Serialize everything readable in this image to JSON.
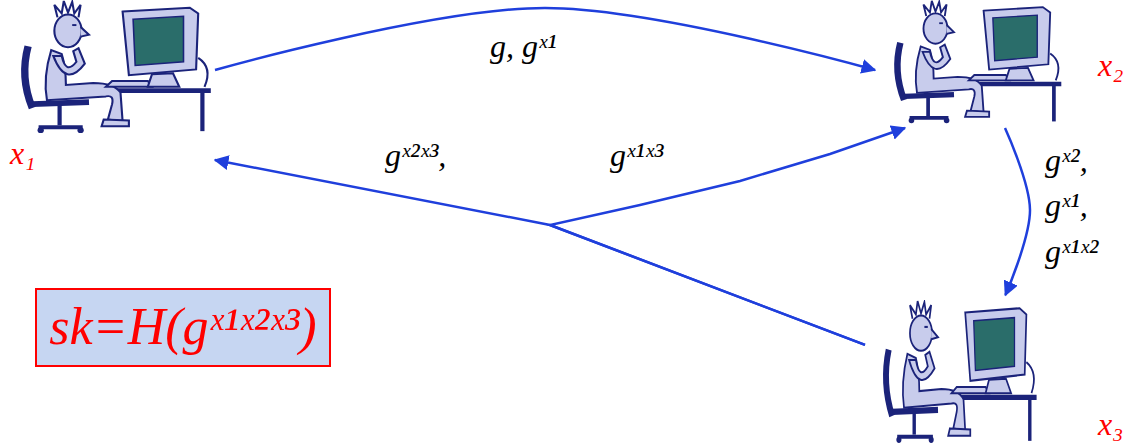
{
  "diagram": {
    "nodes": [
      {
        "text": [
          "x₁"
        ]
      },
      {
        "text": [
          "x₂"
        ]
      },
      {
        "text": [
          "sk=H(gˣ¹ˣ²ˣ³)"
        ]
      },
      {
        "text": [
          "x₃"
        ]
      }
    ],
    "edges": [
      {
        "from": 0,
        "to": 1,
        "label": "g, gˣ¹",
        "arrow": "to"
      },
      {
        "from": 1,
        "to": 3,
        "label": "gˣ², gˣ¹, gˣ¹ˣ²",
        "arrow": "to"
      },
      {
        "from": 3,
        "to": 0,
        "label": "gˣ²ˣ³,",
        "arrow": "to"
      },
      {
        "from": 3,
        "to": 1,
        "label": "gˣ¹ˣ³",
        "arrow": "to"
      }
    ]
  }
}
